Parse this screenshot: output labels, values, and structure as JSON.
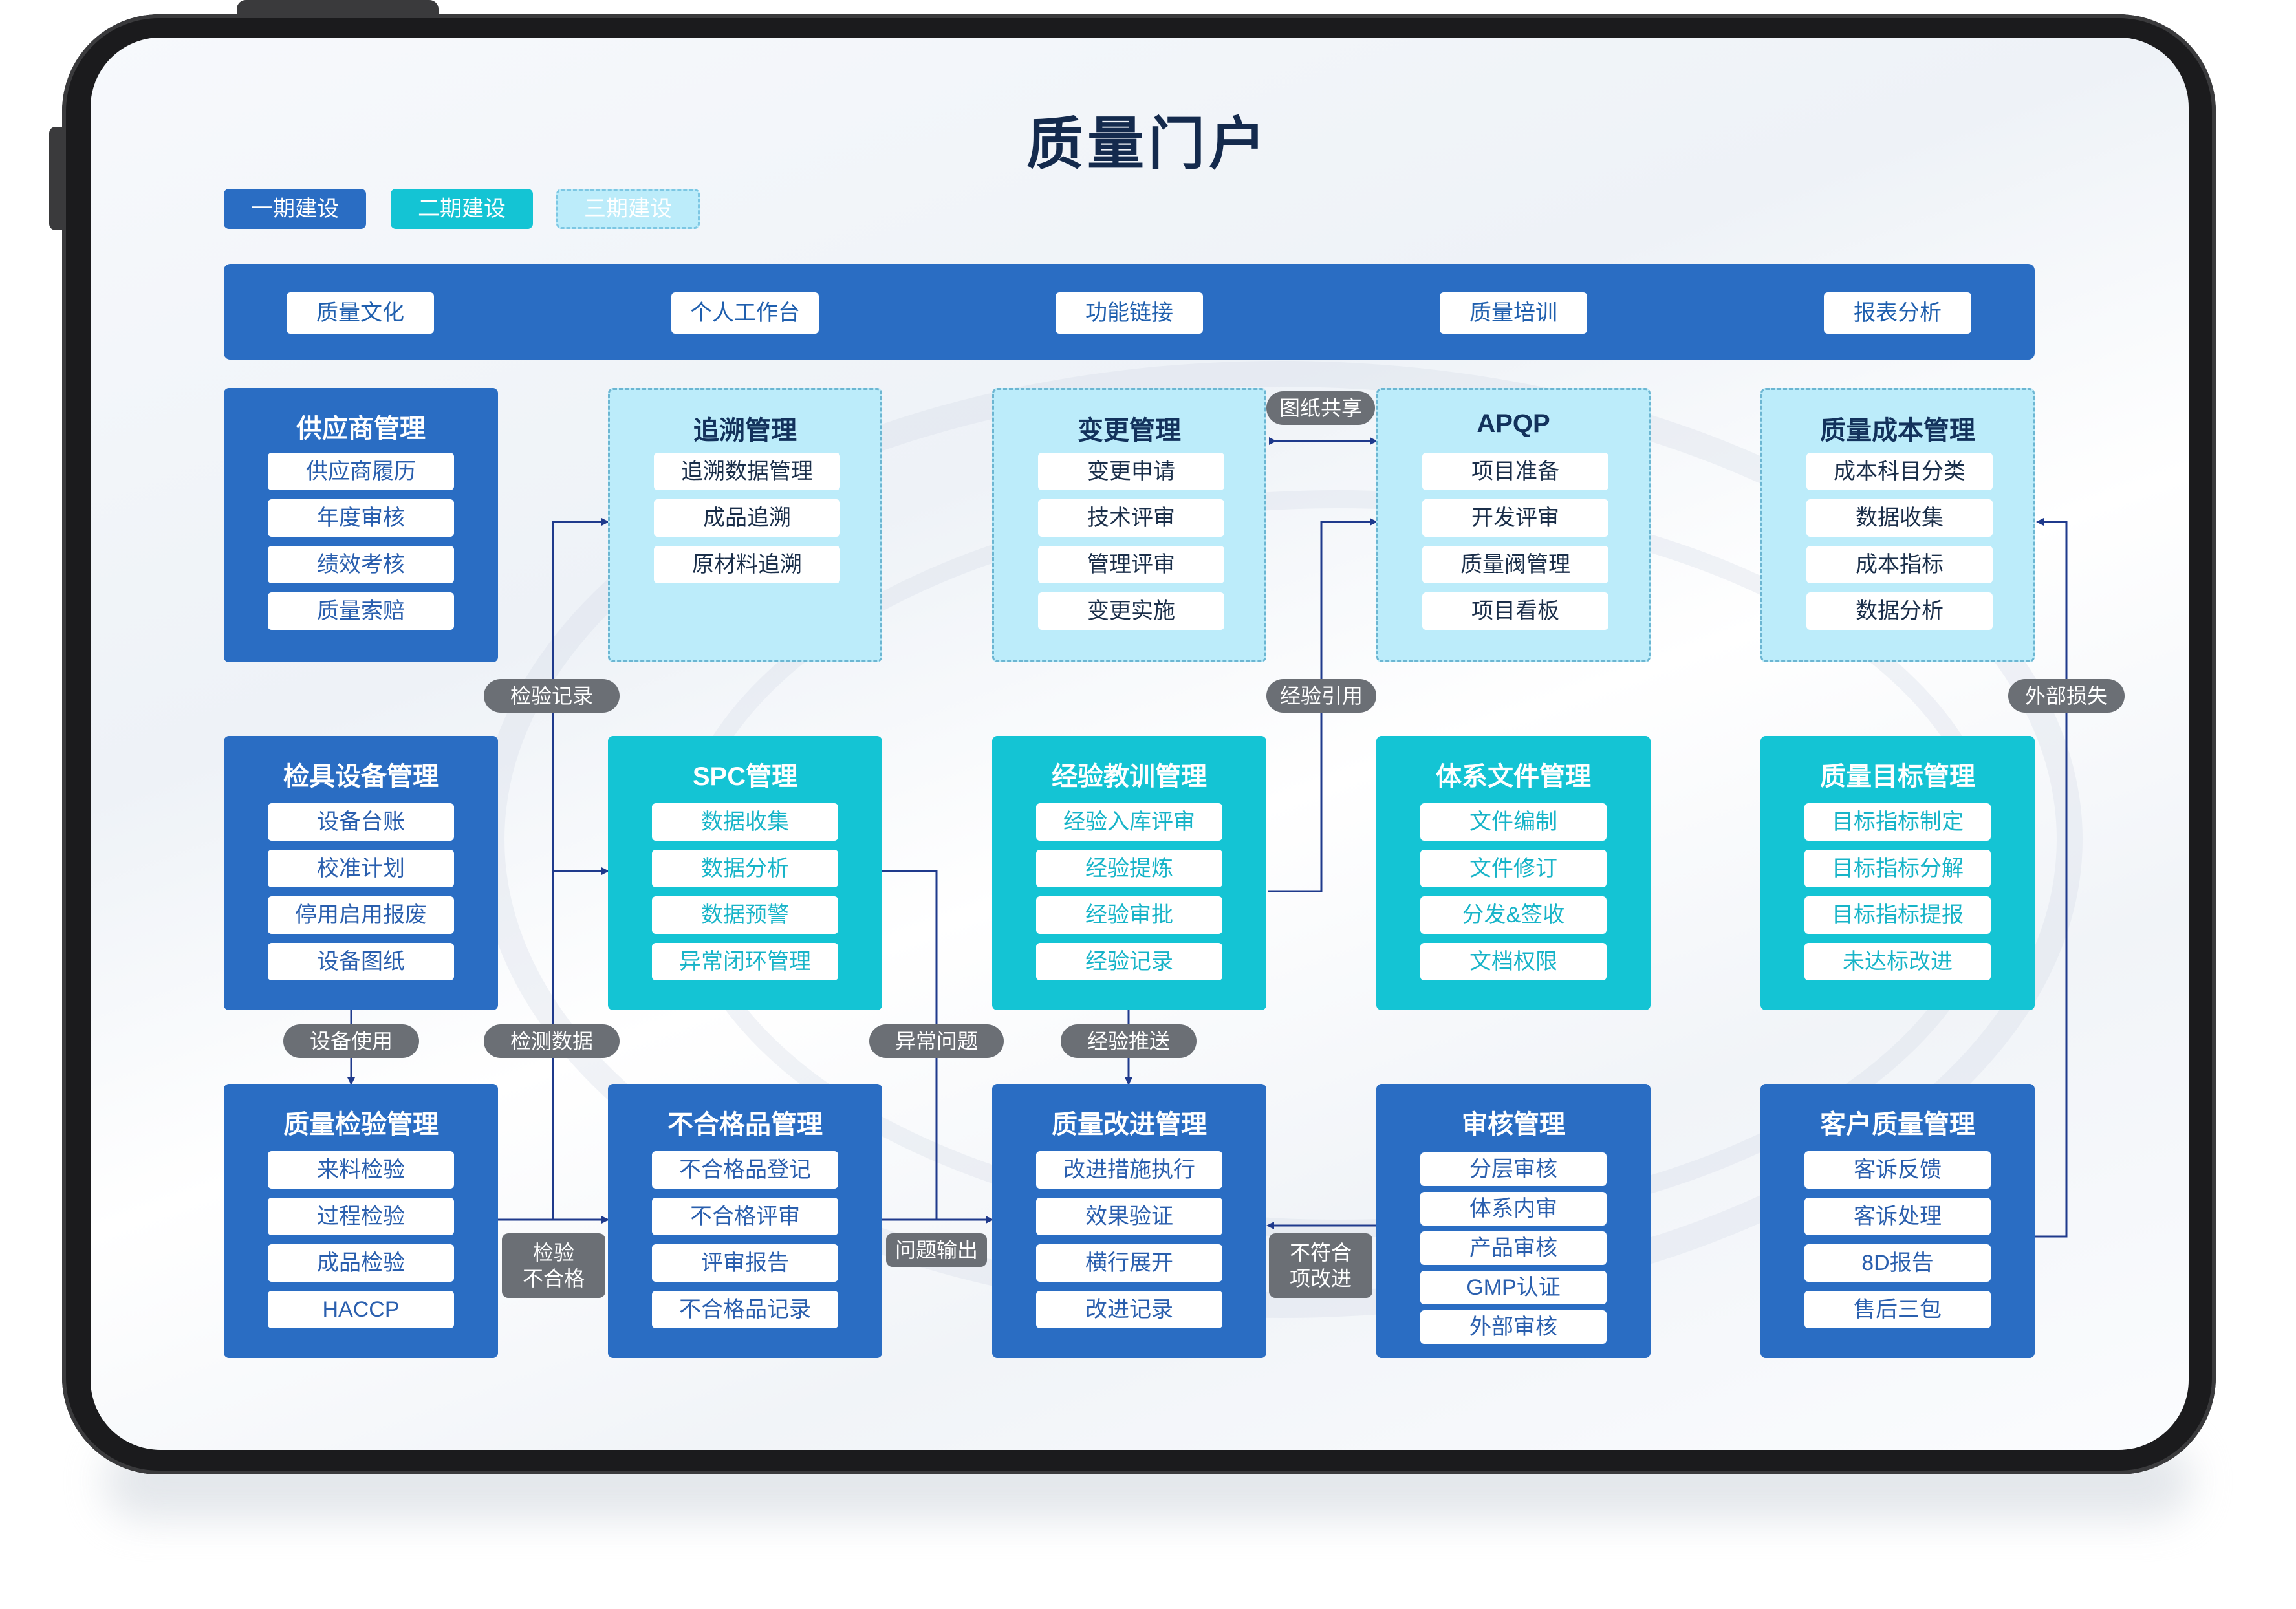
{
  "title": "质量门户",
  "legend": [
    "一期建设",
    "二期建设",
    "三期建设"
  ],
  "top_bar": [
    "质量文化",
    "个人工作台",
    "功能链接",
    "质量培训",
    "报表分析"
  ],
  "modules": {
    "supplier": {
      "title": "供应商管理",
      "items": [
        "供应商履历",
        "年度审核",
        "绩效考核",
        "质量索赔"
      ]
    },
    "trace": {
      "title": "追溯管理",
      "items": [
        "追溯数据管理",
        "成品追溯",
        "原材料追溯"
      ]
    },
    "change": {
      "title": "变更管理",
      "items": [
        "变更申请",
        "技术评审",
        "管理评审",
        "变更实施"
      ]
    },
    "apqp": {
      "title": "APQP",
      "items": [
        "项目准备",
        "开发评审",
        "质量阀管理",
        "项目看板"
      ]
    },
    "cost": {
      "title": "质量成本管理",
      "items": [
        "成本科目分类",
        "数据收集",
        "成本指标",
        "数据分析"
      ]
    },
    "gauge": {
      "title": "检具设备管理",
      "items": [
        "设备台账",
        "校准计划",
        "停用启用报废",
        "设备图纸"
      ]
    },
    "spc": {
      "title": "SPC管理",
      "items": [
        "数据收集",
        "数据分析",
        "数据预警",
        "异常闭环管理"
      ]
    },
    "lesson": {
      "title": "经验教训管理",
      "items": [
        "经验入库评审",
        "经验提炼",
        "经验审批",
        "经验记录"
      ]
    },
    "docs": {
      "title": "体系文件管理",
      "items": [
        "文件编制",
        "文件修订",
        "分发&签收",
        "文档权限"
      ]
    },
    "target": {
      "title": "质量目标管理",
      "items": [
        "目标指标制定",
        "目标指标分解",
        "目标指标提报",
        "未达标改进"
      ]
    },
    "inspect": {
      "title": "质量检验管理",
      "items": [
        "来料检验",
        "过程检验",
        "成品检验",
        "HACCP"
      ]
    },
    "nonconf": {
      "title": "不合格品管理",
      "items": [
        "不合格品登记",
        "不合格评审",
        "评审报告",
        "不合格品记录"
      ]
    },
    "improve": {
      "title": "质量改进管理",
      "items": [
        "改进措施执行",
        "效果验证",
        "横行展开",
        "改进记录"
      ]
    },
    "audit": {
      "title": "审核管理",
      "items": [
        "分层审核",
        "体系内审",
        "产品审核",
        "GMP认证",
        "外部审核"
      ]
    },
    "customer": {
      "title": "客户质量管理",
      "items": [
        "客诉反馈",
        "客诉处理",
        "8D报告",
        "售后三包"
      ]
    }
  },
  "connectors": {
    "drawing_share": "图纸共享",
    "inspection_record": "检验记录",
    "experience_ref": "经验引用",
    "external_loss": "外部损失",
    "equipment_use": "设备使用",
    "detection_data": "检测数据",
    "abnormal_issue": "异常问题",
    "experience_push": "经验推送",
    "inspection_fail": [
      "检验",
      "不合格"
    ],
    "issue_output": "问题输出",
    "nonconf_improve": [
      "不符合",
      "项改进"
    ]
  },
  "colors": {
    "phase1": "#2a6dc3",
    "phase2": "#14c4d4",
    "phase3": "#bcecfa",
    "connector": "#1f3a8c",
    "label_bg": "#6b6f75"
  }
}
